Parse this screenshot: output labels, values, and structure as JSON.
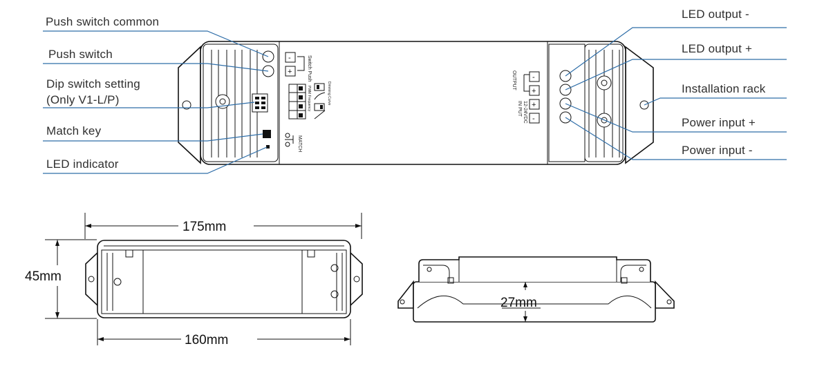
{
  "colors": {
    "callout": "#2f6ea8",
    "line": "#111111",
    "text": "#2f2f2f"
  },
  "callouts": {
    "push_switch_common": "Push switch common",
    "push_switch": "Push switch",
    "dip_switch_line1": "Dip switch setting",
    "dip_switch_line2": "(Only V1-L/P)",
    "match_key": "Match key",
    "led_indicator": "LED indicator",
    "led_output_minus": "LED output -",
    "led_output_plus": "LED output +",
    "installation_rack": "Installation rack",
    "power_input_plus": "Power input +",
    "power_input_minus": "Power input -"
  },
  "device": {
    "switch_push": "Switch Push",
    "pwm_frequency": "PWM Frequency",
    "dimming_curve": "Dimming Curve",
    "match": "MATCH",
    "output": "OUTPUT",
    "input_line1": "IN PUT",
    "input_line2": "12-24VDC",
    "minus": "-",
    "plus": "+"
  },
  "dimensions": {
    "length": "175mm",
    "mount": "160mm",
    "width": "45mm",
    "height": "27mm"
  }
}
